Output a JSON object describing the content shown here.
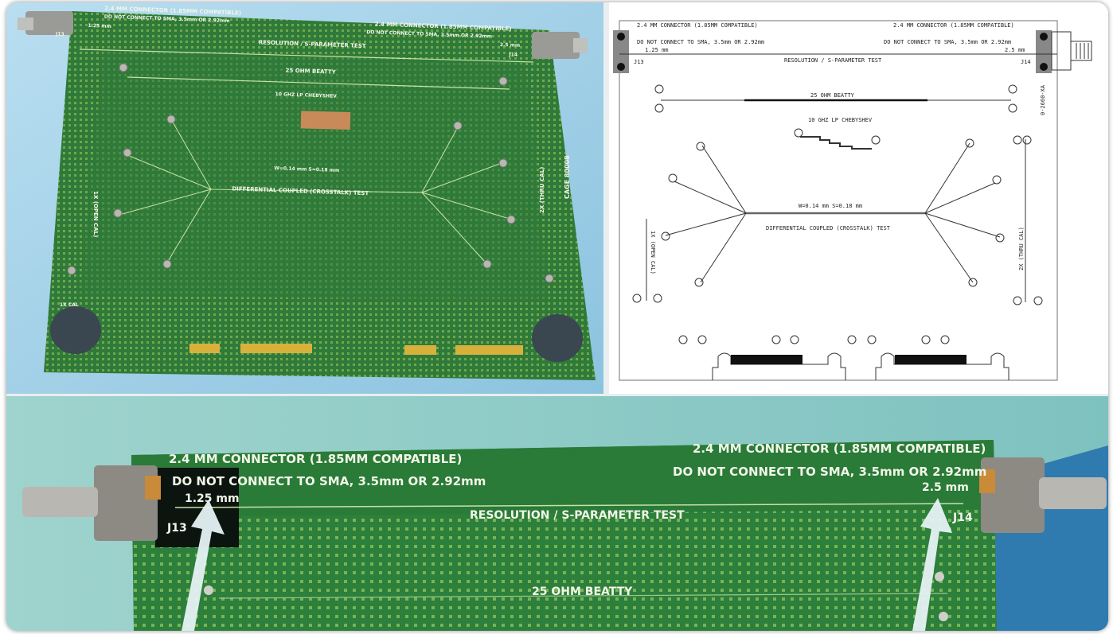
{
  "labels": {
    "connector": "2.4 MM CONNECTOR (1.85MM COMPATIBLE)",
    "warning": "DO NOT CONNECT TO SMA, 3.5mm OR 2.92mm",
    "left_size": "1.25 mm",
    "right_size": "2.5 mm",
    "j13": "J13",
    "j14": "J14",
    "resolution": "RESOLUTION / S-PARAMETER TEST",
    "beatty": "25 OHM BEATTY",
    "chebyshev": "10 GHZ LP CHEBYSHEV",
    "dims": "W=0.14 mm   S=0.18 mm",
    "diff": "DIFFERENTIAL COUPLED (CROSSTALK) TEST",
    "open_cal": "1X (OPEN CAL)",
    "thru_cal": "2X (THRU CAL)",
    "cage": "CAGE 80008",
    "cal_1x": "1X CAL",
    "part_no": "0-2660-XA"
  },
  "colors": {
    "pcb_green": "#2f7a3a",
    "photo_bg_top": "#a7d3ea",
    "photo_bg_bottom": "#8fcac6",
    "arrow": "#e6f2f4"
  }
}
